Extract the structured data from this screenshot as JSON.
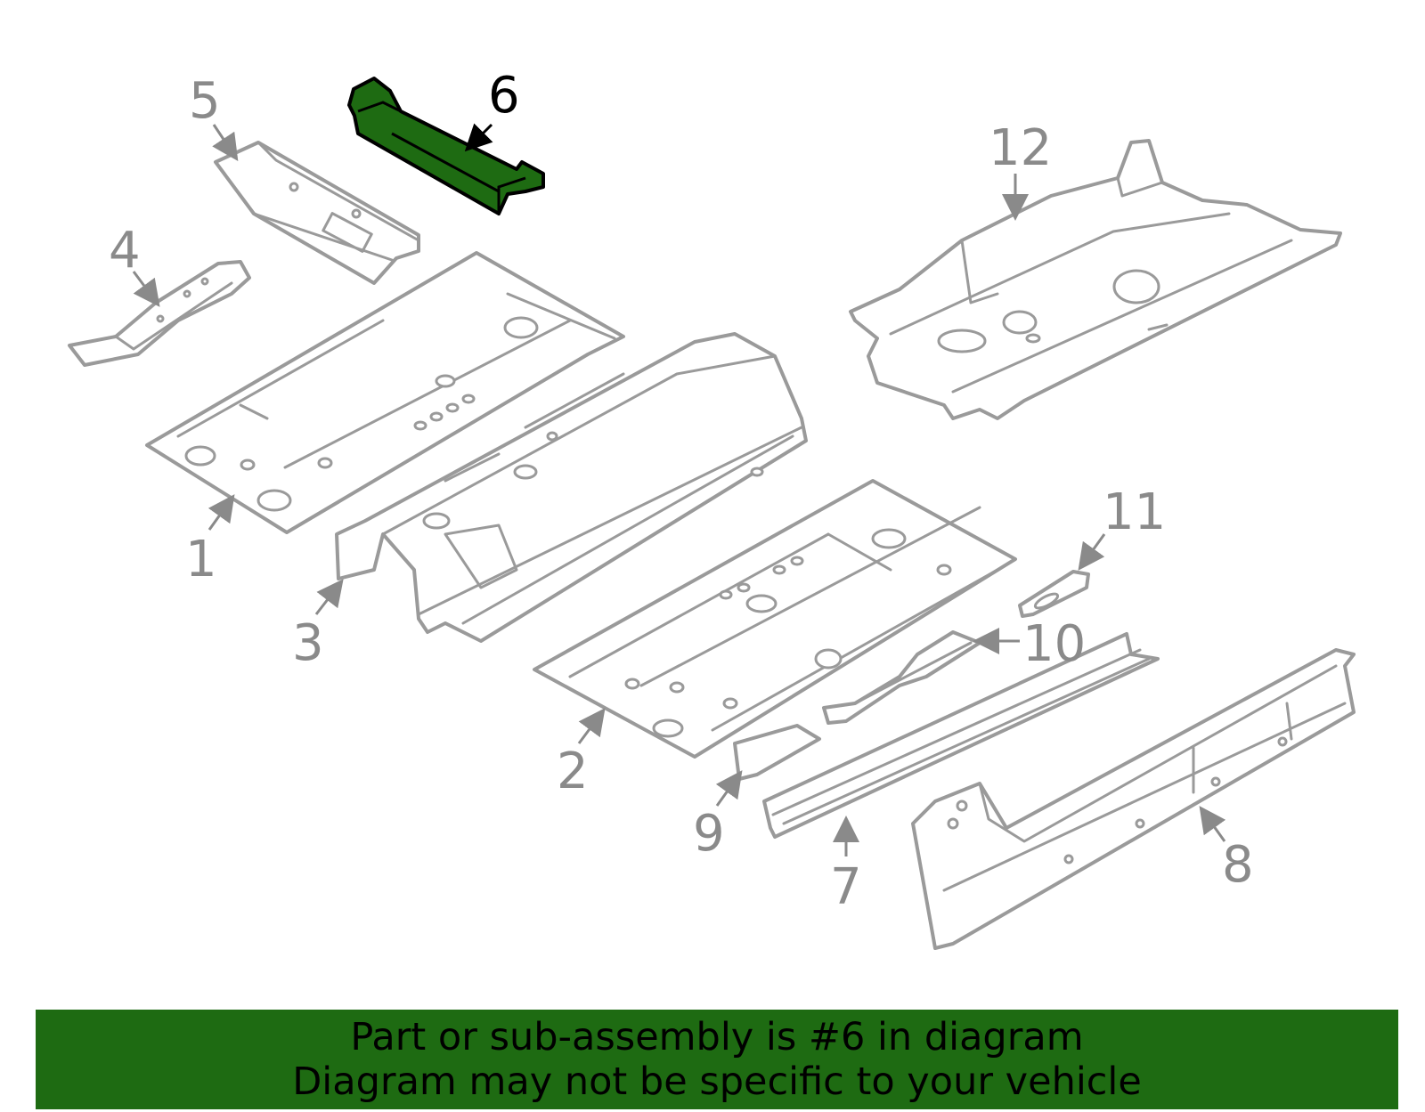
{
  "callouts": {
    "c1": "1",
    "c2": "2",
    "c3": "3",
    "c4": "4",
    "c5": "5",
    "c6": "6",
    "c7": "7",
    "c8": "8",
    "c9": "9",
    "c10": "10",
    "c11": "11",
    "c12": "12"
  },
  "highlighted_part": "6",
  "colors": {
    "highlight": "#1e6b12",
    "part_line": "#9a9a9a",
    "banner_bg": "#1e6b12"
  },
  "banner": {
    "line1": "Part or sub-assembly is #6 in diagram",
    "line2": "Diagram may not be specific to your vehicle"
  }
}
